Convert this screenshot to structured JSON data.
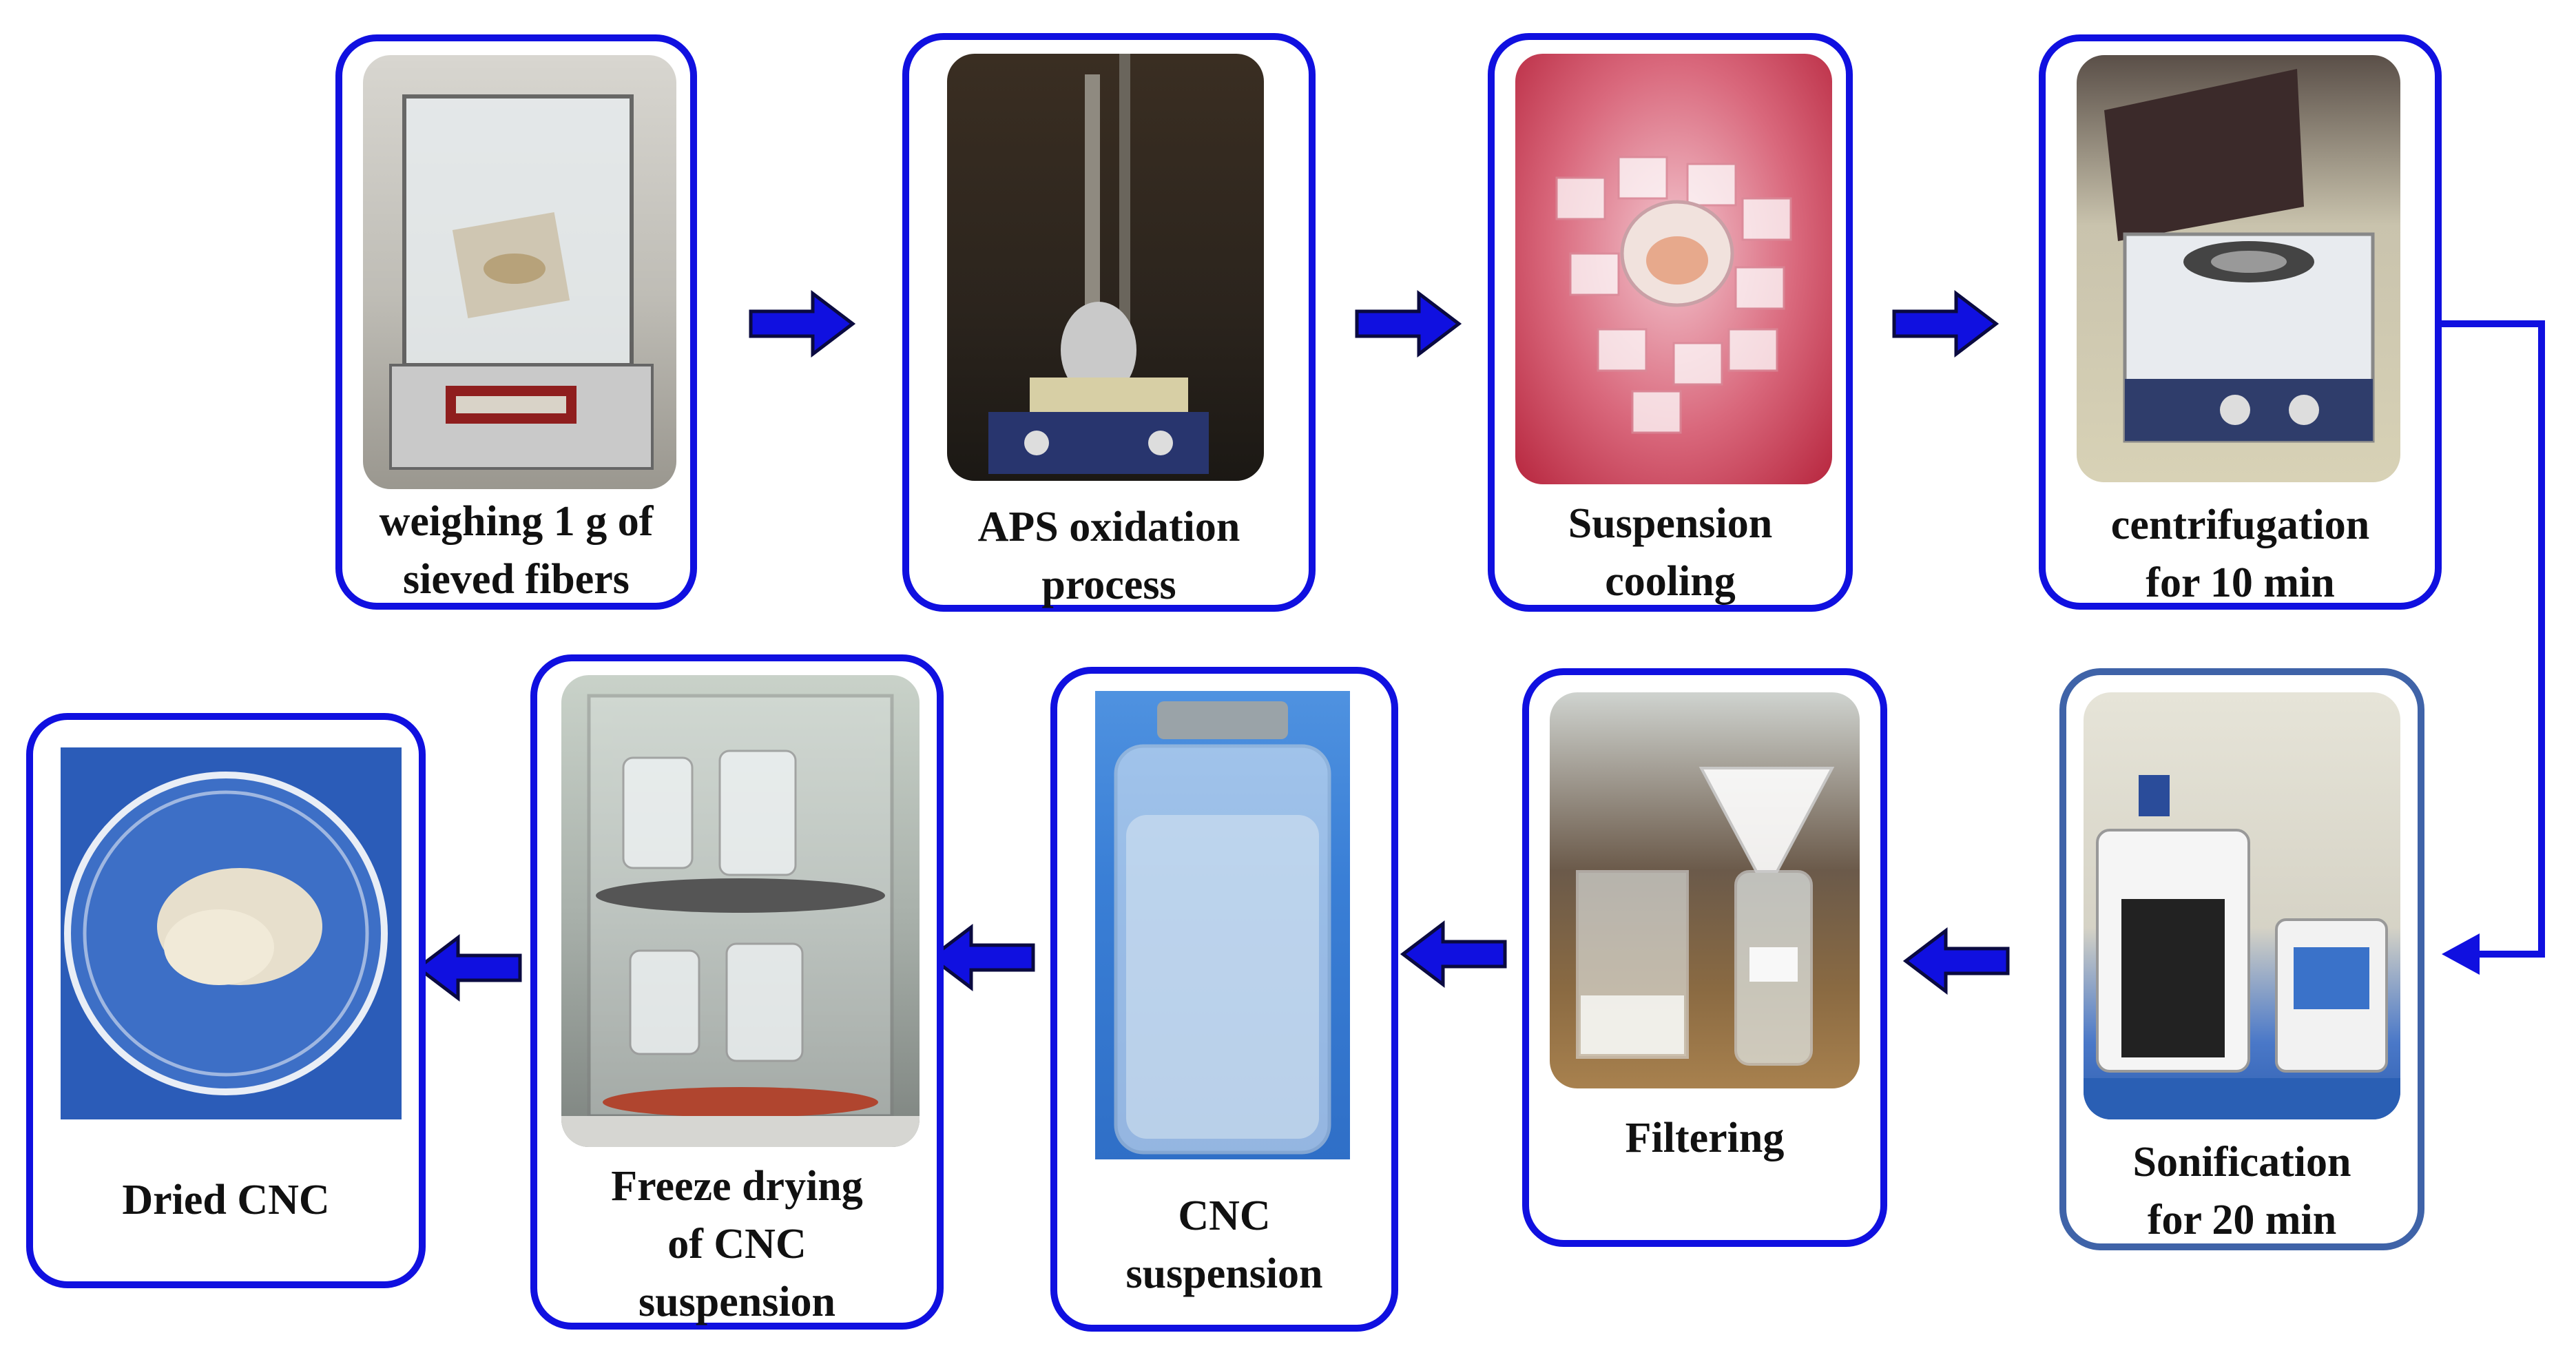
{
  "steps": [
    {
      "id": "weighing",
      "label": "weighing 1 g of\nsieved fibers",
      "icon": "analytical-balance-photo"
    },
    {
      "id": "aps-oxidation",
      "label": "APS oxidation\nprocess",
      "icon": "hotplate-stirrer-photo"
    },
    {
      "id": "cooling",
      "label": "Suspension\ncooling",
      "icon": "ice-bath-photo"
    },
    {
      "id": "centrifugation",
      "label": "centrifugation\nfor 10 min",
      "icon": "centrifuge-photo"
    },
    {
      "id": "sonification",
      "label": "Sonification\nfor 20 min",
      "icon": "ultrasonic-processor-photo"
    },
    {
      "id": "filtering",
      "label": "Filtering",
      "icon": "filter-funnel-photo"
    },
    {
      "id": "cnc-suspension",
      "label": "CNC\nsuspension",
      "icon": "glass-bottle-photo"
    },
    {
      "id": "freeze-drying",
      "label": "Freeze drying\nof CNC\nsuspension",
      "icon": "freeze-dryer-photo"
    },
    {
      "id": "dried-cnc",
      "label": "Dried CNC",
      "icon": "petri-dish-powder-photo"
    }
  ],
  "colors": {
    "border": "#1010e0",
    "border_alt": "#3f63a8",
    "arrow": "#1010e0"
  }
}
